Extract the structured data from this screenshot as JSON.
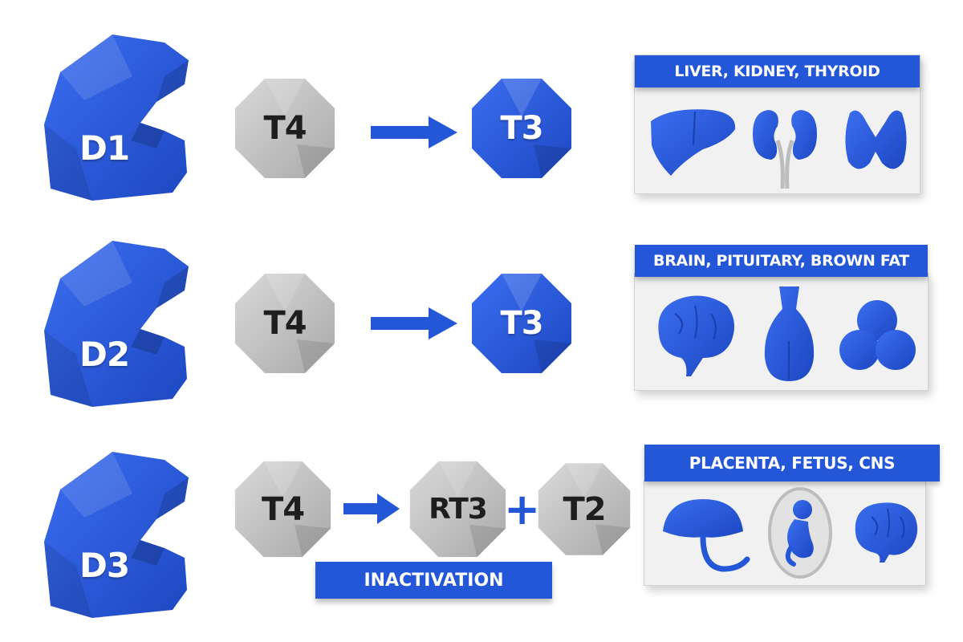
{
  "colors": {
    "enzyme_blue": "#2457d8",
    "gray_hormone": "#c7c7c7",
    "panel_bg": "#f1f1f1"
  },
  "rows": [
    {
      "enzyme": "D1",
      "substrate": "T4",
      "product": "T3",
      "tissues_title": "LIVER, KIDNEY, THYROID",
      "organ_icons": [
        "liver-icon",
        "kidney-icon",
        "thyroid-icon"
      ]
    },
    {
      "enzyme": "D2",
      "substrate": "T4",
      "product": "T3",
      "tissues_title": "BRAIN, PITUITARY, BROWN FAT",
      "organ_icons": [
        "brain-icon",
        "pituitary-icon",
        "brown-fat-icon"
      ]
    },
    {
      "enzyme": "D3",
      "substrate": "T4",
      "product": "RT3",
      "plus": "+",
      "product2": "T2",
      "banner": "INACTIVATION",
      "tissues_title": "PLACENTA, FETUS, CNS",
      "organ_icons": [
        "placenta-icon",
        "fetus-icon",
        "brain-icon"
      ]
    }
  ]
}
